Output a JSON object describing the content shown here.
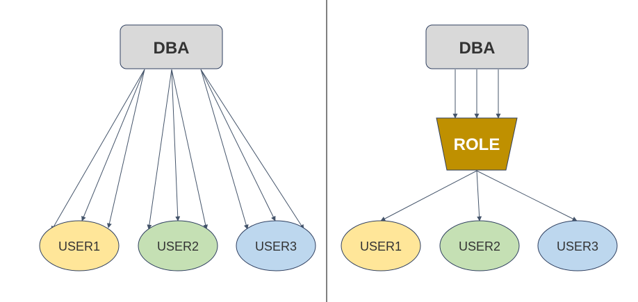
{
  "left_panel": {
    "dba_label": "DBA",
    "users": [
      {
        "label": "USER1",
        "color": "#ffe699"
      },
      {
        "label": "USER2",
        "color": "#c5e0b4"
      },
      {
        "label": "USER3",
        "color": "#bdd7ee"
      }
    ]
  },
  "right_panel": {
    "dba_label": "DBA",
    "role_label": "ROLE",
    "users": [
      {
        "label": "USER1",
        "color": "#ffe699"
      },
      {
        "label": "USER2",
        "color": "#c5e0b4"
      },
      {
        "label": "USER3",
        "color": "#bdd7ee"
      }
    ]
  },
  "colors": {
    "dba_fill": "#d9d9d9",
    "dba_border": "#2f3f5f",
    "role_fill": "#bf9000",
    "role_text": "#ffffff",
    "arrow": "#44546a",
    "divider": "#000000",
    "text": "#333333"
  }
}
